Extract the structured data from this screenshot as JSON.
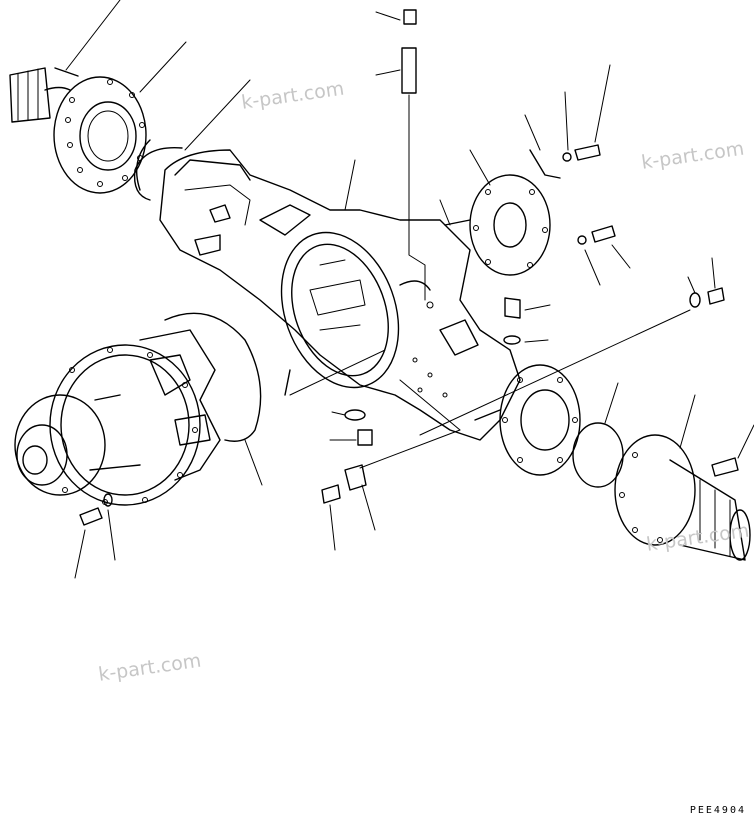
{
  "drawing": {
    "code": "PEE4904",
    "watermarks": [
      "k-part.com",
      "k-part.com",
      "k-part.com",
      "k-part.com"
    ]
  }
}
